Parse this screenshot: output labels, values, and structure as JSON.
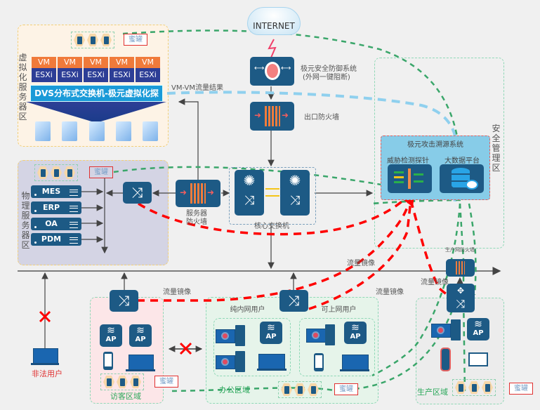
{
  "internet": {
    "label": "INTERNET"
  },
  "defense_system": {
    "line1": "极元安全防御系统",
    "line2": "(外网一键阻断)"
  },
  "exit_firewall": {
    "label": "出口防火墙"
  },
  "vm_flow_label": "VM-VM流量结果",
  "virtual_zone": {
    "title": "虚拟化服务器区",
    "vm_label": "VM",
    "esxi_label": "ESXi",
    "columns": 5,
    "dvs_label": "DVS分布式交换机-极元虚拟化探针",
    "honeypot_label": "蜜罐"
  },
  "physical_zone": {
    "title": "物理服务器区",
    "servers": [
      "MES",
      "ERP",
      "OA",
      "PDM"
    ],
    "honeypot_label": "蜜罐"
  },
  "server_firewall": {
    "label": "服务器防火墙"
  },
  "core_switch": {
    "label": "核心交换机"
  },
  "security_zone": {
    "title": "安全管理区",
    "system_title": "极元攻击溯源系统",
    "probe_label": "威胁检测探针",
    "bigdata_label": "大数据平台"
  },
  "mirror_labels": [
    "流量镜像",
    "流量镜像",
    "流量镜像",
    "流量镜像"
  ],
  "illegal_user": {
    "label": "非法用户"
  },
  "guest_zone": {
    "title": "访客区域",
    "ap_label": "AP",
    "honeypot_label": "蜜罐"
  },
  "office_zone": {
    "title": "办公区域",
    "intranet_group": "纯内网用户",
    "internet_group": "可上网用户",
    "ap_label": "AP",
    "honeypot_label": "蜜罐"
  },
  "production_zone": {
    "title": "生产区域",
    "firewall_label": "生产网防火墙",
    "ap_label": "AP",
    "honeypot_label": "蜜罐"
  },
  "colors": {
    "device": "#1d5a85",
    "attack_path": "#ff0000",
    "honeypot_path": "#3aa66a",
    "vm_flow_path": "#8fd0ee"
  }
}
